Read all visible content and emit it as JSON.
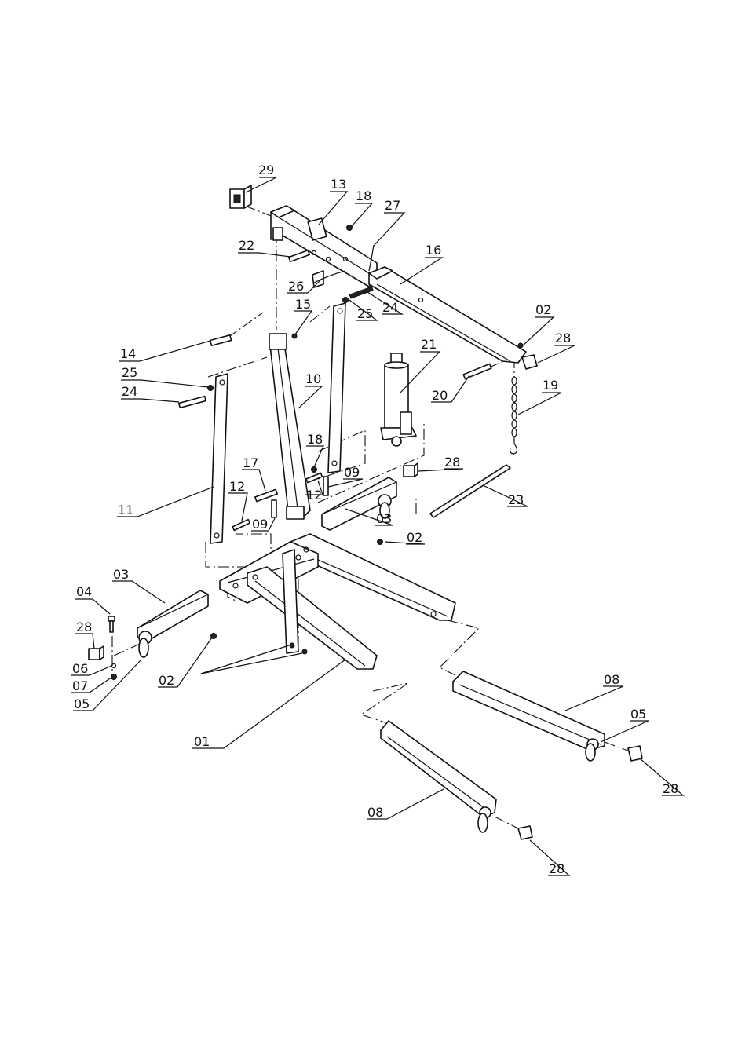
{
  "callouts": [
    {
      "id": "c29a",
      "text": "29"
    },
    {
      "id": "c13",
      "text": "13"
    },
    {
      "id": "c18a",
      "text": "18"
    },
    {
      "id": "c27",
      "text": "27"
    },
    {
      "id": "c22",
      "text": "22"
    },
    {
      "id": "c16",
      "text": "16"
    },
    {
      "id": "c26",
      "text": "26"
    },
    {
      "id": "c15",
      "text": "15"
    },
    {
      "id": "c25a",
      "text": "25"
    },
    {
      "id": "c24a",
      "text": "24"
    },
    {
      "id": "c02a",
      "text": "02"
    },
    {
      "id": "c28a",
      "text": "28"
    },
    {
      "id": "c14",
      "text": "14"
    },
    {
      "id": "c21",
      "text": "21"
    },
    {
      "id": "c25b",
      "text": "25"
    },
    {
      "id": "c10",
      "text": "10"
    },
    {
      "id": "c19",
      "text": "19"
    },
    {
      "id": "c24b",
      "text": "24"
    },
    {
      "id": "c20",
      "text": "20"
    },
    {
      "id": "c18b",
      "text": "18"
    },
    {
      "id": "c28b",
      "text": "28"
    },
    {
      "id": "c17",
      "text": "17"
    },
    {
      "id": "c09a",
      "text": "09"
    },
    {
      "id": "c12a",
      "text": "12"
    },
    {
      "id": "c12b",
      "text": "12"
    },
    {
      "id": "c23",
      "text": "23"
    },
    {
      "id": "c11",
      "text": "11"
    },
    {
      "id": "c09b",
      "text": "09"
    },
    {
      "id": "c03a",
      "text": "03"
    },
    {
      "id": "c02b",
      "text": "02"
    },
    {
      "id": "c03b",
      "text": "03"
    },
    {
      "id": "c04",
      "text": "04"
    },
    {
      "id": "c28c",
      "text": "28"
    },
    {
      "id": "c06",
      "text": "06"
    },
    {
      "id": "c07",
      "text": "07"
    },
    {
      "id": "c02c",
      "text": "02"
    },
    {
      "id": "c05a",
      "text": "05"
    },
    {
      "id": "c08a",
      "text": "08"
    },
    {
      "id": "c05b",
      "text": "05"
    },
    {
      "id": "c01",
      "text": "01"
    },
    {
      "id": "c28d",
      "text": "28"
    },
    {
      "id": "c08b",
      "text": "08"
    },
    {
      "id": "c28e",
      "text": "28"
    }
  ]
}
